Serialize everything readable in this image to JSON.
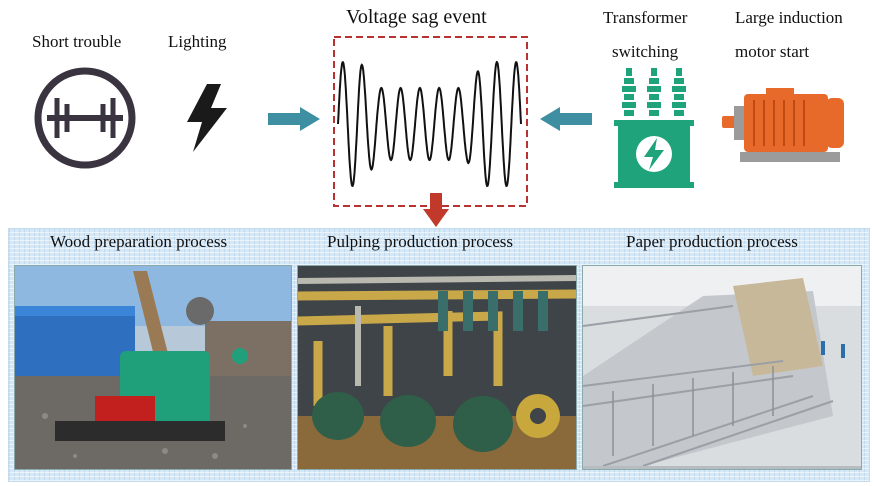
{
  "sources": {
    "short_trouble": "Short trouble",
    "lighting": "Lighting",
    "transformer_line1": "Transformer",
    "transformer_line2": "switching",
    "motor_line1": "Large induction",
    "motor_line2": "motor start"
  },
  "event": {
    "title": "Voltage sag event"
  },
  "processes": [
    {
      "label": "Wood preparation process"
    },
    {
      "label": "Pulping production process"
    },
    {
      "label": "Paper production process"
    }
  ],
  "colors": {
    "arrow_teal": "#3f8fa3",
    "arrow_red": "#c0392b",
    "dashed_border": "#b83232",
    "transformer_green": "#1ea37a",
    "motor_orange": "#e86a2a",
    "icon_dark": "#3a3340",
    "band_blue": "#d6e8f6"
  },
  "icons": {
    "short_trouble": "short-circuit-symbol-icon",
    "lighting": "lightning-bolt-icon",
    "transformer": "transformer-icon",
    "motor": "induction-motor-icon"
  }
}
